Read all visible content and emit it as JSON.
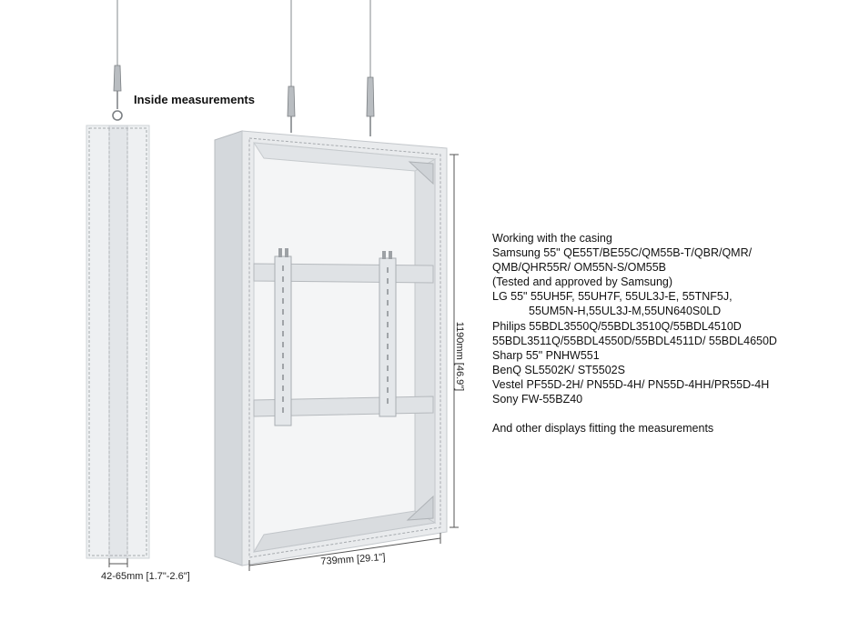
{
  "heading": "Inside measurements",
  "dimensions": {
    "depth": "42-65mm [1.7\"-2.6\"]",
    "width": "739mm [29.1\"]",
    "height": "1190mm [46.9\"]"
  },
  "compatibility": {
    "lines": [
      "Working with the casing",
      "Samsung 55\" QE55T/BE55C/QM55B-T/QBR/QMR/",
      "QMB/QHR55R/ OM55N-S/OM55B",
      "(Tested and approved by Samsung)",
      "LG 55\" 55UH5F, 55UH7F, 55UL3J-E, 55TNF5J,",
      "55UM5N-H,55UL3J-M,55UN640S0LD",
      "Philips 55BDL3550Q/55BDL3510Q/55BDL4510D",
      "55BDL3511Q/55BDL4550D/55BDL4511D/ 55BDL4650D",
      "Sharp 55\" PNHW551",
      "BenQ SL5502K/ ST5502S",
      "Vestel PF55D-2H/ PN55D-4H/ PN55D-4HH/PR55D-4H",
      "Sony FW-55BZ40"
    ],
    "footer": "And other displays fitting the measurements"
  },
  "colors": {
    "frame": "#e6e8ea",
    "frame_edge": "#c8ccd0",
    "wire": "#9a9ea2",
    "dim_line": "#555555"
  }
}
